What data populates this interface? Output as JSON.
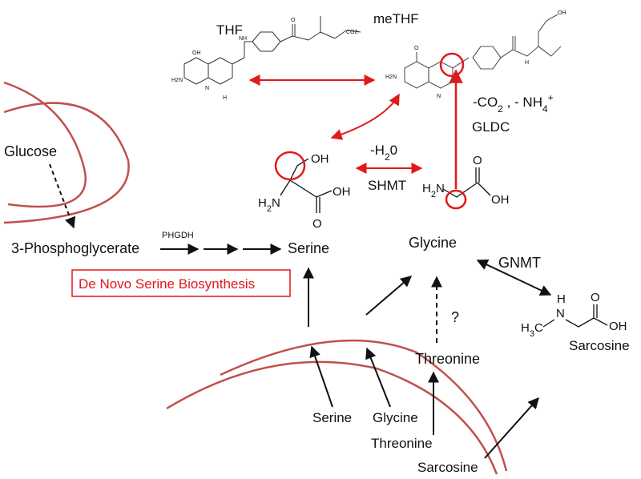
{
  "labels": {
    "glucose": "Glucose",
    "phosphoglycerate": "3-Phosphoglycerate",
    "phgdh": "PHGDH",
    "serine": "Serine",
    "glycine": "Glycine",
    "de_novo": "De Novo Serine Biosynthesis",
    "gnmt": "GNMT",
    "sarcosine": "Sarcosine",
    "threonine": "Threonine",
    "question": "?",
    "thf": "THF",
    "methf": "meTHF",
    "water_loss": "-H",
    "water_sub": "2",
    "water_tail": "0",
    "shmt": "SHMT",
    "co2_nh4_a": "-CO",
    "co2_sub": "2",
    "co2_nh4_b": " , - NH",
    "nh4_sub": "4",
    "nh4_sup": "+",
    "gldc": "GLDC",
    "bottom_serine": "Serine",
    "bottom_glycine": "Glycine",
    "bottom_threonine": "Threonine",
    "bottom_sarcosine": "Sarcosine"
  },
  "chem": {
    "serine_oh": "OH",
    "serine_h2n": "H",
    "serine_h2n_sub": "2",
    "serine_h2n_tail": "N",
    "serine_o": "O",
    "serine_cooh": "OH",
    "glycine_h2n": "H",
    "glycine_h2n_sub": "2",
    "glycine_h2n_tail": "N",
    "glycine_o": "O",
    "glycine_oh": "OH",
    "sarc_h": "H",
    "sarc_n": "N",
    "sarc_h3c": "H",
    "sarc_h3c_sub": "3",
    "sarc_h3c_tail": "C",
    "sarc_o": "O",
    "sarc_oh": "OH",
    "thf_oh": "OH",
    "thf_h2n": "H2N",
    "thf_n": "N",
    "thf_h": "H",
    "thf_nh": "NH",
    "thf_o": "O",
    "thf_co2": "CO2-",
    "methf_h2n": "H2N",
    "methf_oh": "OH",
    "methf_o": "O",
    "methf_n": "N",
    "methf_h": "H"
  },
  "colors": {
    "red": "#e0191b",
    "membrane": "#c0504d",
    "black": "#111111"
  }
}
